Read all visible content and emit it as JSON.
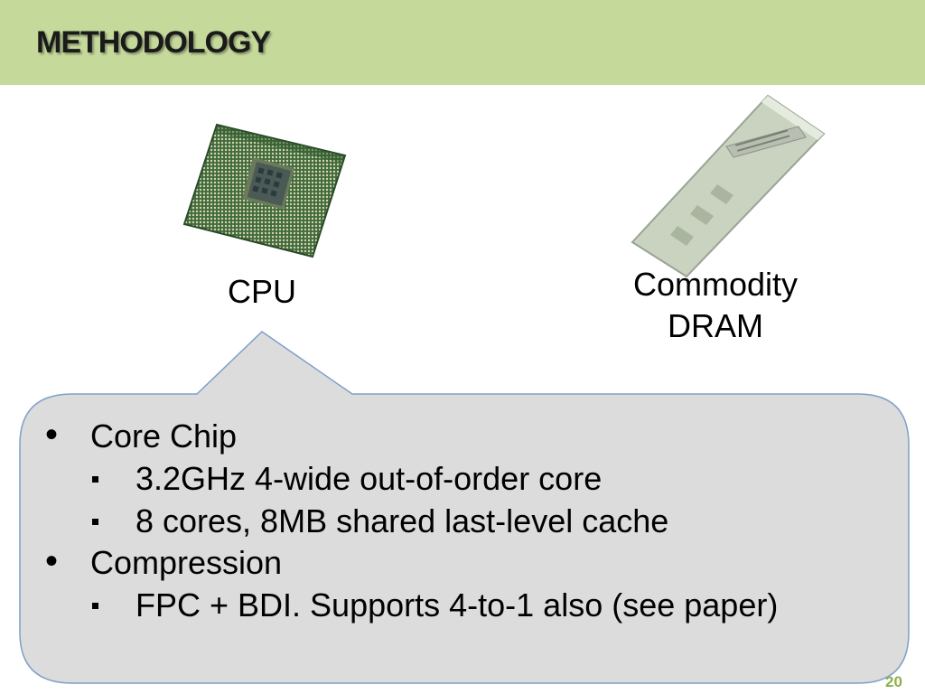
{
  "slide": {
    "title": "METHODOLOGY",
    "page_number": "20",
    "cpu_label": "CPU",
    "dram_label_line1": "Commodity",
    "dram_label_line2": "DRAM"
  },
  "callout": {
    "items": [
      {
        "level": 1,
        "text": "Core Chip"
      },
      {
        "level": 2,
        "text": "3.2GHz 4-wide out-of-order core"
      },
      {
        "level": 2,
        "text": "8 cores, 8MB shared last-level cache"
      },
      {
        "level": 1,
        "text": "Compression"
      },
      {
        "level": 2,
        "text": "FPC + BDI. Supports 4-to-1 also (see paper)"
      }
    ]
  },
  "colors": {
    "title_bar": "#c5d99b",
    "callout_fill": "#dcdcdc",
    "callout_stroke": "#7f9fc8",
    "page_number": "#8cb04a"
  }
}
